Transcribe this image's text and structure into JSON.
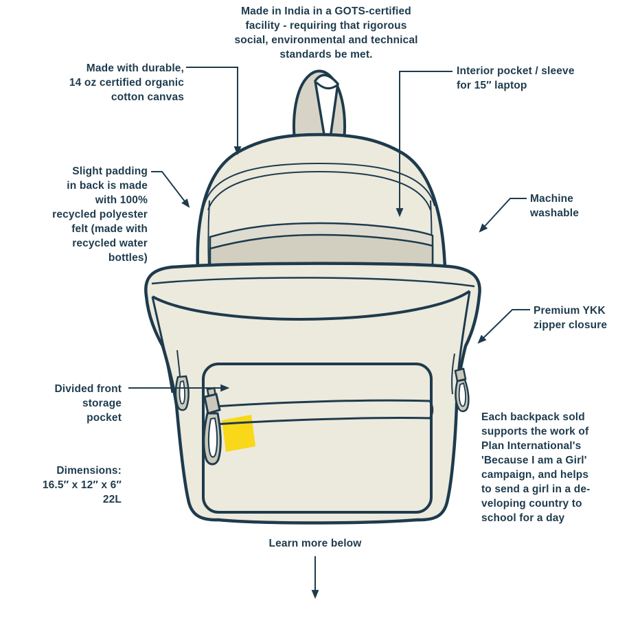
{
  "title": "Backpack features infographic",
  "labels": {
    "gots": {
      "text": "Made in India in a GOTS-certified\nfacility - requiring that rigorous\nsocial, environmental and technical\nstandards be met."
    },
    "canvas": {
      "text": "Made with durable,\n14 oz certified organic\ncotton canvas"
    },
    "laptop": {
      "text": "Interior pocket / sleeve\nfor 15″ laptop"
    },
    "padding": {
      "text": "Slight padding\nin back is made\nwith 100%\nrecycled polyester\nfelt (made with\nrecycled water\nbottles)"
    },
    "machine": {
      "text": "Machine\nwashable"
    },
    "ykk": {
      "text": "Premium YKK\nzipper closure"
    },
    "pocket": {
      "text": "Divided front\nstorage\npocket"
    },
    "dimensions": {
      "text": "Dimensions:\n16.5″ x 12″ x 6″\n22L"
    },
    "campaign": {
      "text": "Each backpack sold\nsupports the work of\nPlan International's\n'Because I am a Girl'\ncampaign, and helps\nto send a girl in a de-\nveloping country to\nschool for a day"
    },
    "learn_more": {
      "text": "Learn more below"
    }
  },
  "colors": {
    "text_navy": "#1e3b4d",
    "outline_navy": "#1e3b4d",
    "bag_cream": "#ece9dd",
    "sleeve_grey": "#d2cfc1",
    "sleeve_band_grey": "#dedbd0",
    "handle_grey": "#d7d4c7",
    "hardware_grey": "#cbc8ba",
    "tag_yellow": "#f8d818",
    "background": "#ffffff"
  }
}
